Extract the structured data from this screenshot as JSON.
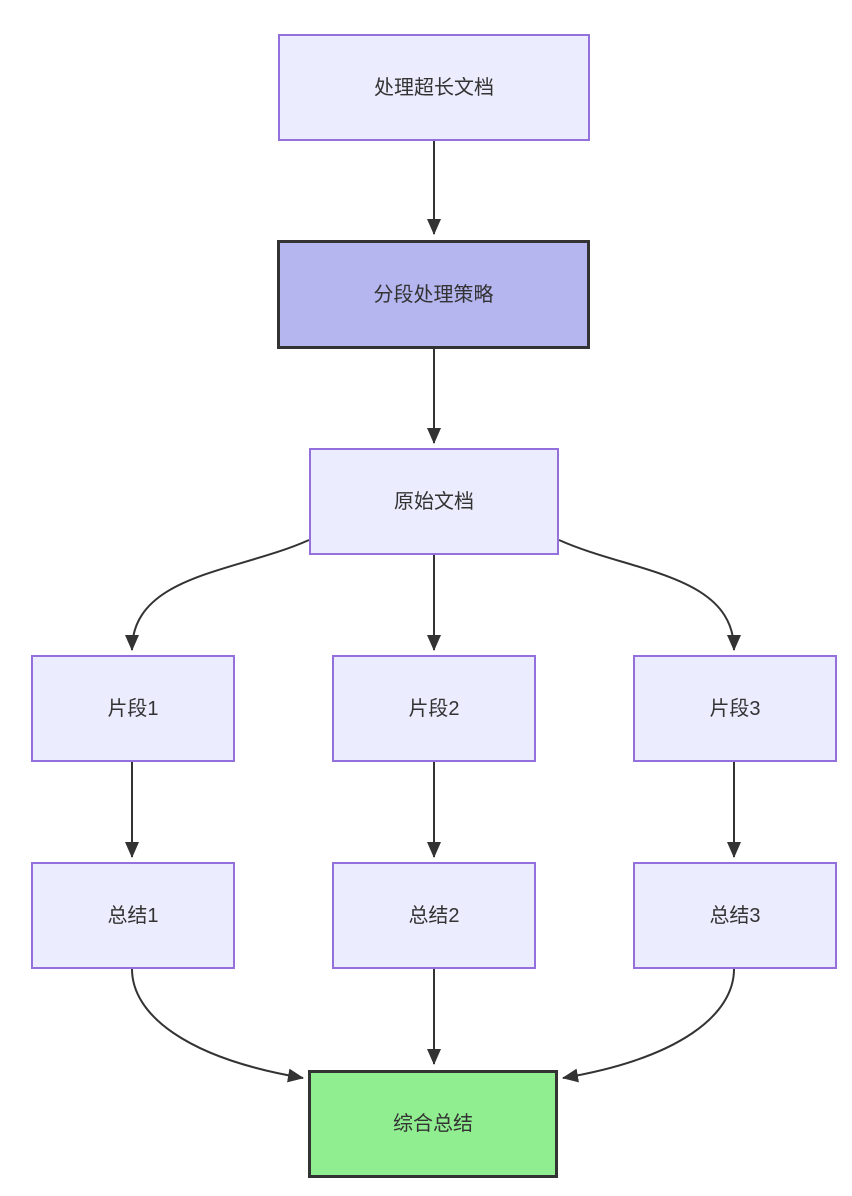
{
  "diagram": {
    "type": "flowchart",
    "direction": "top-down",
    "nodes": [
      {
        "label": "处理超长文档",
        "variant": "default"
      },
      {
        "label": "分段处理策略",
        "variant": "highlight"
      },
      {
        "label": "原始文档",
        "variant": "default"
      },
      {
        "label": "片段1",
        "variant": "default"
      },
      {
        "label": "片段2",
        "variant": "default"
      },
      {
        "label": "片段3",
        "variant": "default"
      },
      {
        "label": "总结1",
        "variant": "default"
      },
      {
        "label": "总结2",
        "variant": "default"
      },
      {
        "label": "总结3",
        "variant": "default"
      },
      {
        "label": "综合总结",
        "variant": "success"
      }
    ],
    "edges": [
      {
        "from": "处理超长文档",
        "to": "分段处理策略"
      },
      {
        "from": "分段处理策略",
        "to": "原始文档"
      },
      {
        "from": "原始文档",
        "to": "片段1"
      },
      {
        "from": "原始文档",
        "to": "片段2"
      },
      {
        "from": "原始文档",
        "to": "片段3"
      },
      {
        "from": "片段1",
        "to": "总结1"
      },
      {
        "from": "片段2",
        "to": "总结2"
      },
      {
        "from": "片段3",
        "to": "总结3"
      },
      {
        "from": "总结1",
        "to": "综合总结"
      },
      {
        "from": "总结2",
        "to": "综合总结"
      },
      {
        "from": "总结3",
        "to": "综合总结"
      }
    ],
    "colors": {
      "node_fill": "#ECECFF",
      "node_border": "#9370DB",
      "highlight_fill": "#B5B5EF",
      "highlight_border": "#333333",
      "success_fill": "#90EE90",
      "success_border": "#333333",
      "edge": "#333333",
      "text": "#333333",
      "background": "#FFFFFF"
    }
  }
}
